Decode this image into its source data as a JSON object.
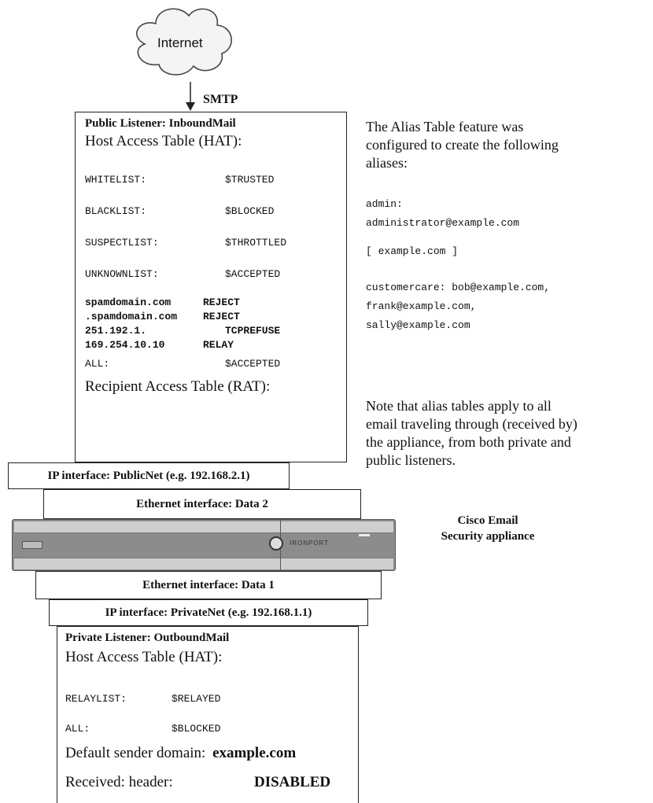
{
  "cloud": {
    "label": "Internet"
  },
  "arrow": {
    "label": "SMTP"
  },
  "public_listener": {
    "title": "Public Listener: InboundMail",
    "hat_heading": "Host Access Table (HAT):",
    "hat_rows": [
      {
        "key": "WHITELIST:",
        "value": "$TRUSTED"
      },
      {
        "key": "BLACKLIST:",
        "value": "$BLOCKED"
      },
      {
        "key": "SUSPECTLIST:",
        "value": "$THROTTLED"
      },
      {
        "key": "UNKNOWNLIST:",
        "value": "$ACCEPTED"
      }
    ],
    "domain_rows": [
      {
        "key": "spamdomain.com",
        "value": "REJECT"
      },
      {
        "key": ".spamdomain.com",
        "value": "REJECT"
      },
      {
        "key": "251.192.1.",
        "value": "TCPREFUSE"
      },
      {
        "key": "169.254.10.10",
        "value": "RELAY"
      }
    ],
    "all_row": {
      "key": "ALL:",
      "value": "$ACCEPTED"
    },
    "rat_heading": "Recipient Access Table (RAT):"
  },
  "ip_public": "IP interface: PublicNet (e.g. 192.168.2.1)",
  "eth_data2": "Ethernet interface: Data 2",
  "appliance": {
    "brand": "IRONPORT",
    "label_line1": "Cisco Email",
    "label_line2": "Security appliance"
  },
  "eth_data1": "Ethernet interface: Data 1",
  "ip_private": "IP interface: PrivateNet (e.g. 192.168.1.1)",
  "private_listener": {
    "title": "Private Listener: OutboundMail",
    "hat_heading": "Host Access Table (HAT):",
    "hat_rows": [
      {
        "key": "RELAYLIST:",
        "value": "$RELAYED"
      },
      {
        "key": "ALL:",
        "value": "$BLOCKED"
      }
    ],
    "default_domain_label": "Default sender domain:",
    "default_domain_value": "example.com",
    "received_label": "Received: header:",
    "received_value": "DISABLED"
  },
  "alias_note": {
    "intro": [
      "The Alias Table feature was",
      "configured to create the following",
      "aliases:"
    ],
    "admin": [
      "admin:",
      "administrator@example.com"
    ],
    "domain": "[ example.com ]",
    "customercare": [
      "customercare: bob@example.com,",
      "frank@example.com,",
      "sally@example.com"
    ],
    "note": [
      "Note that alias tables apply to all",
      "email traveling through (received by)",
      "the appliance, from both private and",
      "public listeners."
    ]
  },
  "colors": {
    "appliance_body": "#8a8a8a",
    "appliance_panel": "#c9c9c9",
    "line": "#222222"
  }
}
